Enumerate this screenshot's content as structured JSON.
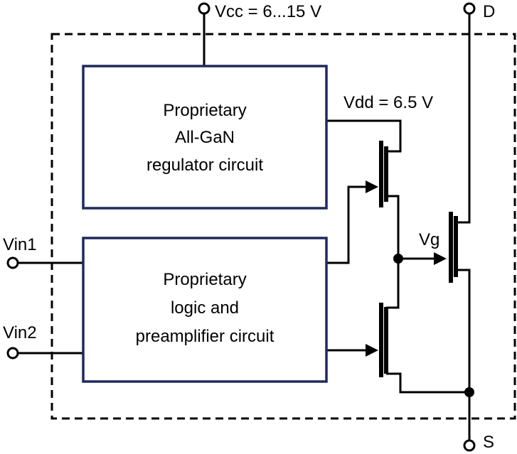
{
  "terminals": {
    "vcc": "Vcc = 6...15 V",
    "drain": "D",
    "source": "S",
    "vin1": "Vin1",
    "vin2": "Vin2"
  },
  "nodes": {
    "vdd": "Vdd = 6.5 V",
    "vg": "Vg"
  },
  "blocks": {
    "regulator": [
      "Proprietary",
      "All-GaN",
      "regulator circuit"
    ],
    "logic": [
      "Proprietary",
      "logic and",
      "preamplifier circuit"
    ]
  }
}
